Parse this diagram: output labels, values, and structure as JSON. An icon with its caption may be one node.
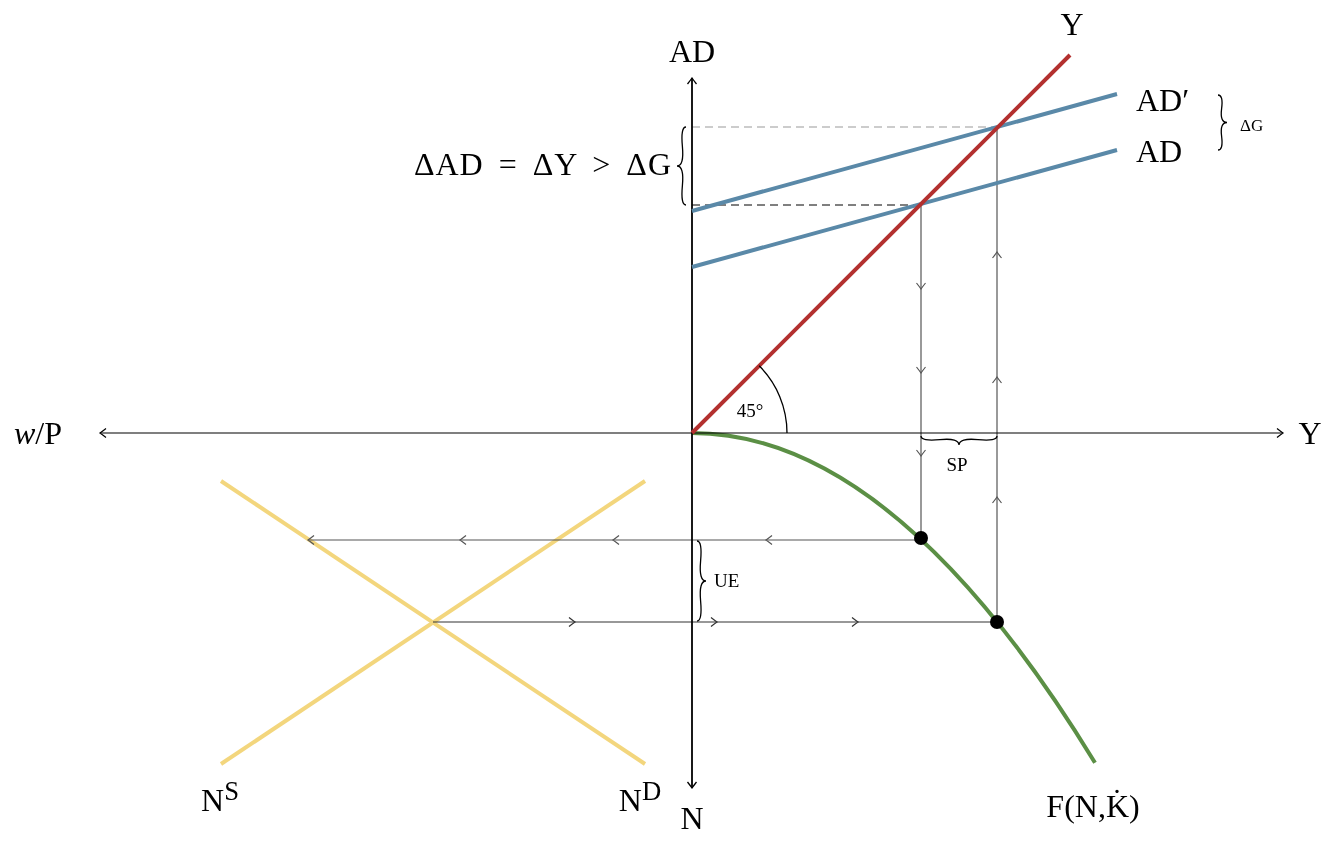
{
  "diagram": {
    "labels": [
      "Y",
      "AD",
      "AD′",
      "ΔG",
      "ΔAD = ΔY > ΔG",
      "AD",
      "45°",
      "*w*/P",
      "Y",
      "SP",
      "UE",
      "N$^{S}$",
      "N$^{D}$",
      "F(N,K̇)",
      "N"
    ]
  }
}
